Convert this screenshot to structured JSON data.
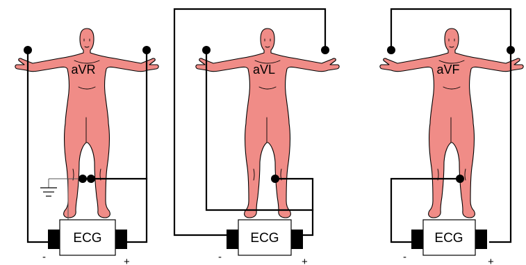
{
  "panels": [
    {
      "id": "avr",
      "lead_label": "aVR",
      "box_label": "ECG",
      "minus": "-",
      "plus": "+"
    },
    {
      "id": "avl",
      "lead_label": "aVL",
      "box_label": "ECG",
      "minus": "-",
      "plus": "+"
    },
    {
      "id": "avf",
      "lead_label": "aVF",
      "box_label": "ECG",
      "minus": "-",
      "plus": "+"
    }
  ],
  "colors": {
    "skin": "#f08c87",
    "wire": "#000000"
  }
}
